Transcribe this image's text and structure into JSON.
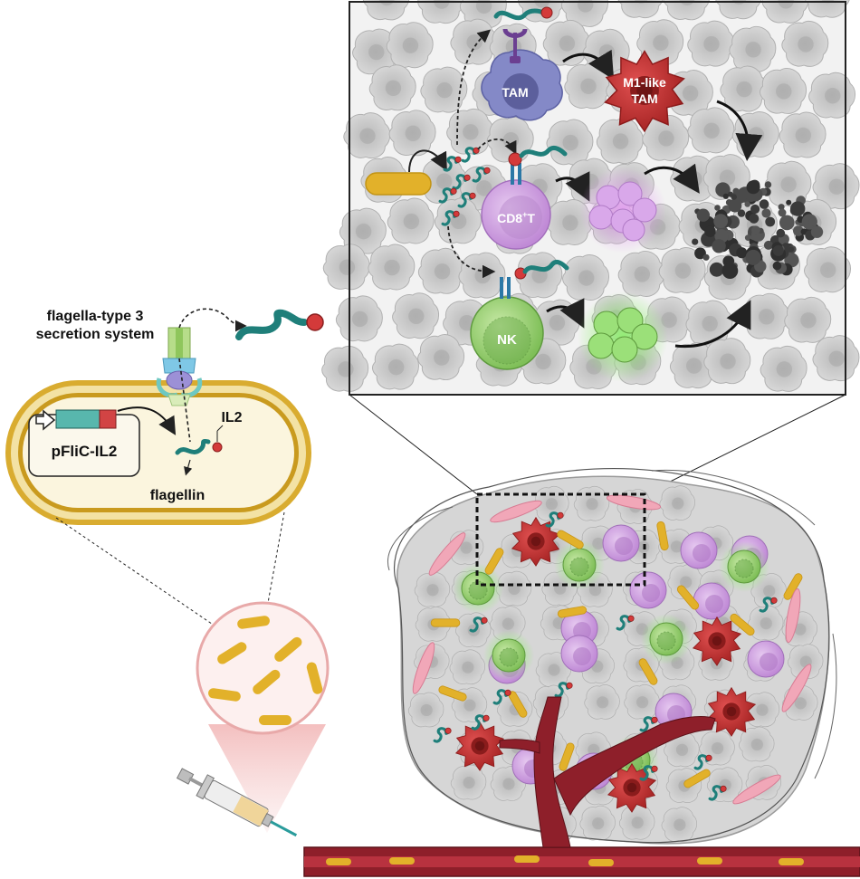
{
  "labels": {
    "system_line1": "flagella-type 3",
    "system_line2": "secretion system",
    "plasmid": "pFliC-IL2",
    "il2": "IL2",
    "flagellin": "flagellin",
    "tam": "TAM",
    "m1_line1": "M1-like",
    "m1_line2": "TAM",
    "cd8_main": "CD8",
    "cd8_sup": "+",
    "cd8_tail": "T",
    "nk": "NK"
  },
  "colors": {
    "bacteria": "#e5b52a",
    "flagellin": "#1f7f7a",
    "il2": "#d43a3a",
    "tam": "#8086c4",
    "m1": "#c23434",
    "cd8": "#c79ad8",
    "nk": "#8cc968",
    "vessel": "#8e1f2a",
    "tumor_cell": "#c9c9c9"
  },
  "icons": [
    "syringe-icon",
    "bacterium-icon",
    "flagellin-icon",
    "tam-icon",
    "m1-tam-icon",
    "cd8-t-cell-icon",
    "nk-cell-icon",
    "dead-tumor-icon",
    "blood-vessel-icon",
    "magnifier-circle-icon"
  ]
}
